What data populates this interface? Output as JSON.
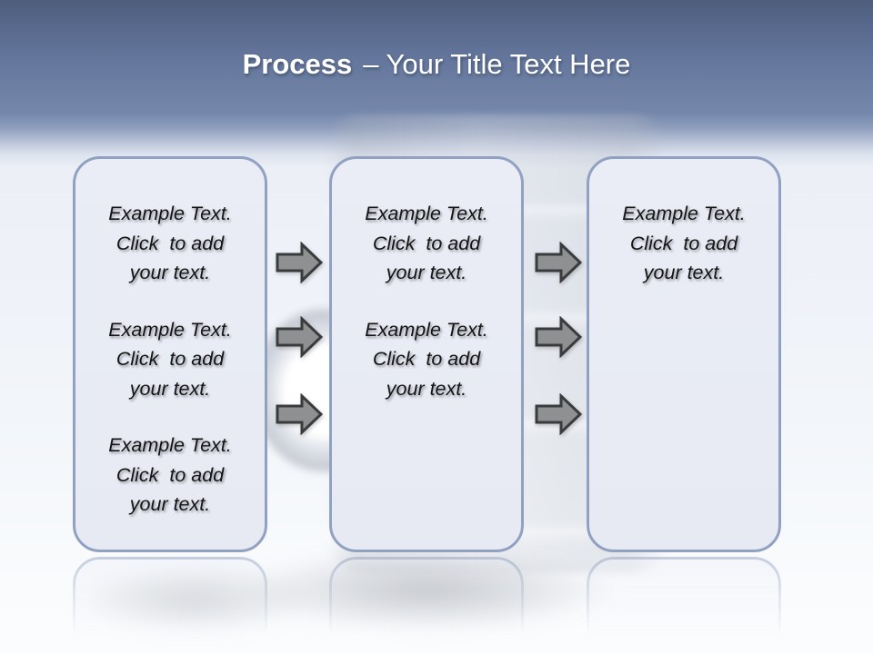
{
  "title": {
    "bold": "Process",
    "text": "– Your Title Text Here"
  },
  "boxes": [
    {
      "name": "process-box-1",
      "paragraphs": [
        "Example Text.\nClick  to add\nyour text.",
        "Example Text.\nClick  to add\nyour text.",
        "Example Text.\nClick  to add\nyour text."
      ]
    },
    {
      "name": "process-box-2",
      "paragraphs": [
        "Example Text.\nClick  to add\nyour text.",
        "Example Text.\nClick  to add\nyour text."
      ]
    },
    {
      "name": "process-box-3",
      "paragraphs": [
        "Example Text.\nClick  to add\nyour text."
      ]
    }
  ],
  "icons": {
    "arrow": "right-block-arrow"
  },
  "colors": {
    "header_top": "#4e5d7b",
    "header_blue": "#7487ab",
    "background_light": "#eef1f8",
    "box_fill": "#e8ebf4",
    "box_border": "#91a1c1",
    "arrow_fill": "#8f9092",
    "arrow_outline": "#3a3b3d",
    "title_text": "#ffffff",
    "body_text": "#141414"
  }
}
